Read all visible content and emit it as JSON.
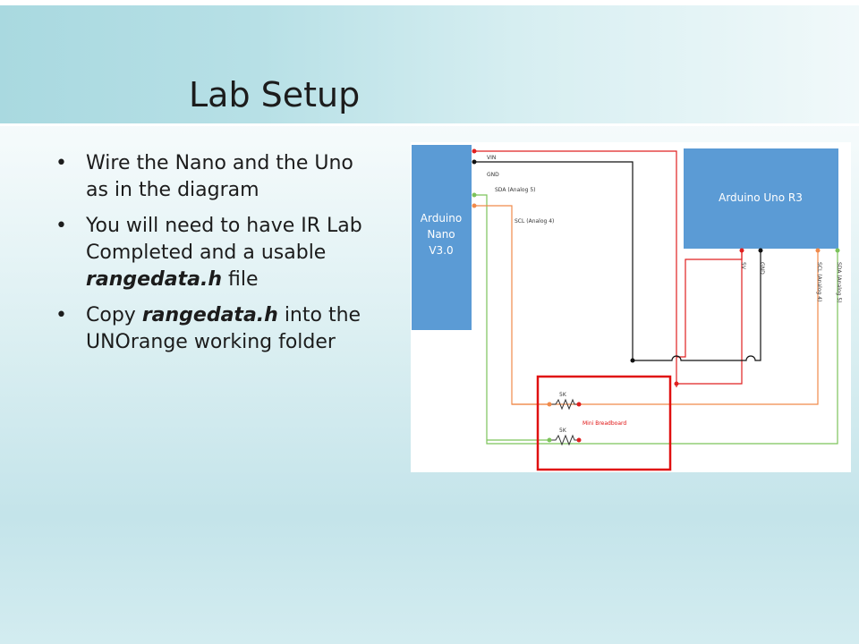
{
  "slide": {
    "title": "Lab Setup",
    "bullets": [
      {
        "parts": [
          {
            "text": "Wire the Nano and the Uno as in the diagram",
            "bold": false
          }
        ]
      },
      {
        "parts": [
          {
            "text": "You will need to have IR Lab Completed and a usable ",
            "bold": false
          },
          {
            "text": "rangedata.h",
            "bold": true
          },
          {
            "text": " file",
            "bold": false
          }
        ]
      },
      {
        "parts": [
          {
            "text": "Copy ",
            "bold": false
          },
          {
            "text": "rangedata.h",
            "bold": true
          },
          {
            "text": " into the UNOrange working folder",
            "bold": false
          }
        ]
      }
    ]
  },
  "diagram": {
    "nano_label": [
      "Arduino",
      "Nano",
      "V3.0"
    ],
    "uno_label": "Arduino Uno R3",
    "wires": {
      "vin": "VIN",
      "gnd": "GND",
      "sda": "SDA (Analog 5)",
      "scl": "SCL (Analog 4)"
    },
    "uno_pins": {
      "five_v": "5V",
      "gnd": "GND",
      "scl": "SCL (Analog 4)",
      "sda": "SDA (Analog 5)"
    },
    "resistor_top": "5K",
    "resistor_bottom": "5K",
    "breadboard_label": "Mini Breadboard",
    "colors": {
      "board_blue": "#5b9bd5",
      "red_wire": "#e02020",
      "black_wire": "#111111",
      "green_wire": "#7cc35a",
      "orange_wire": "#f08a4b",
      "breadboard_red": "#e01010"
    }
  }
}
